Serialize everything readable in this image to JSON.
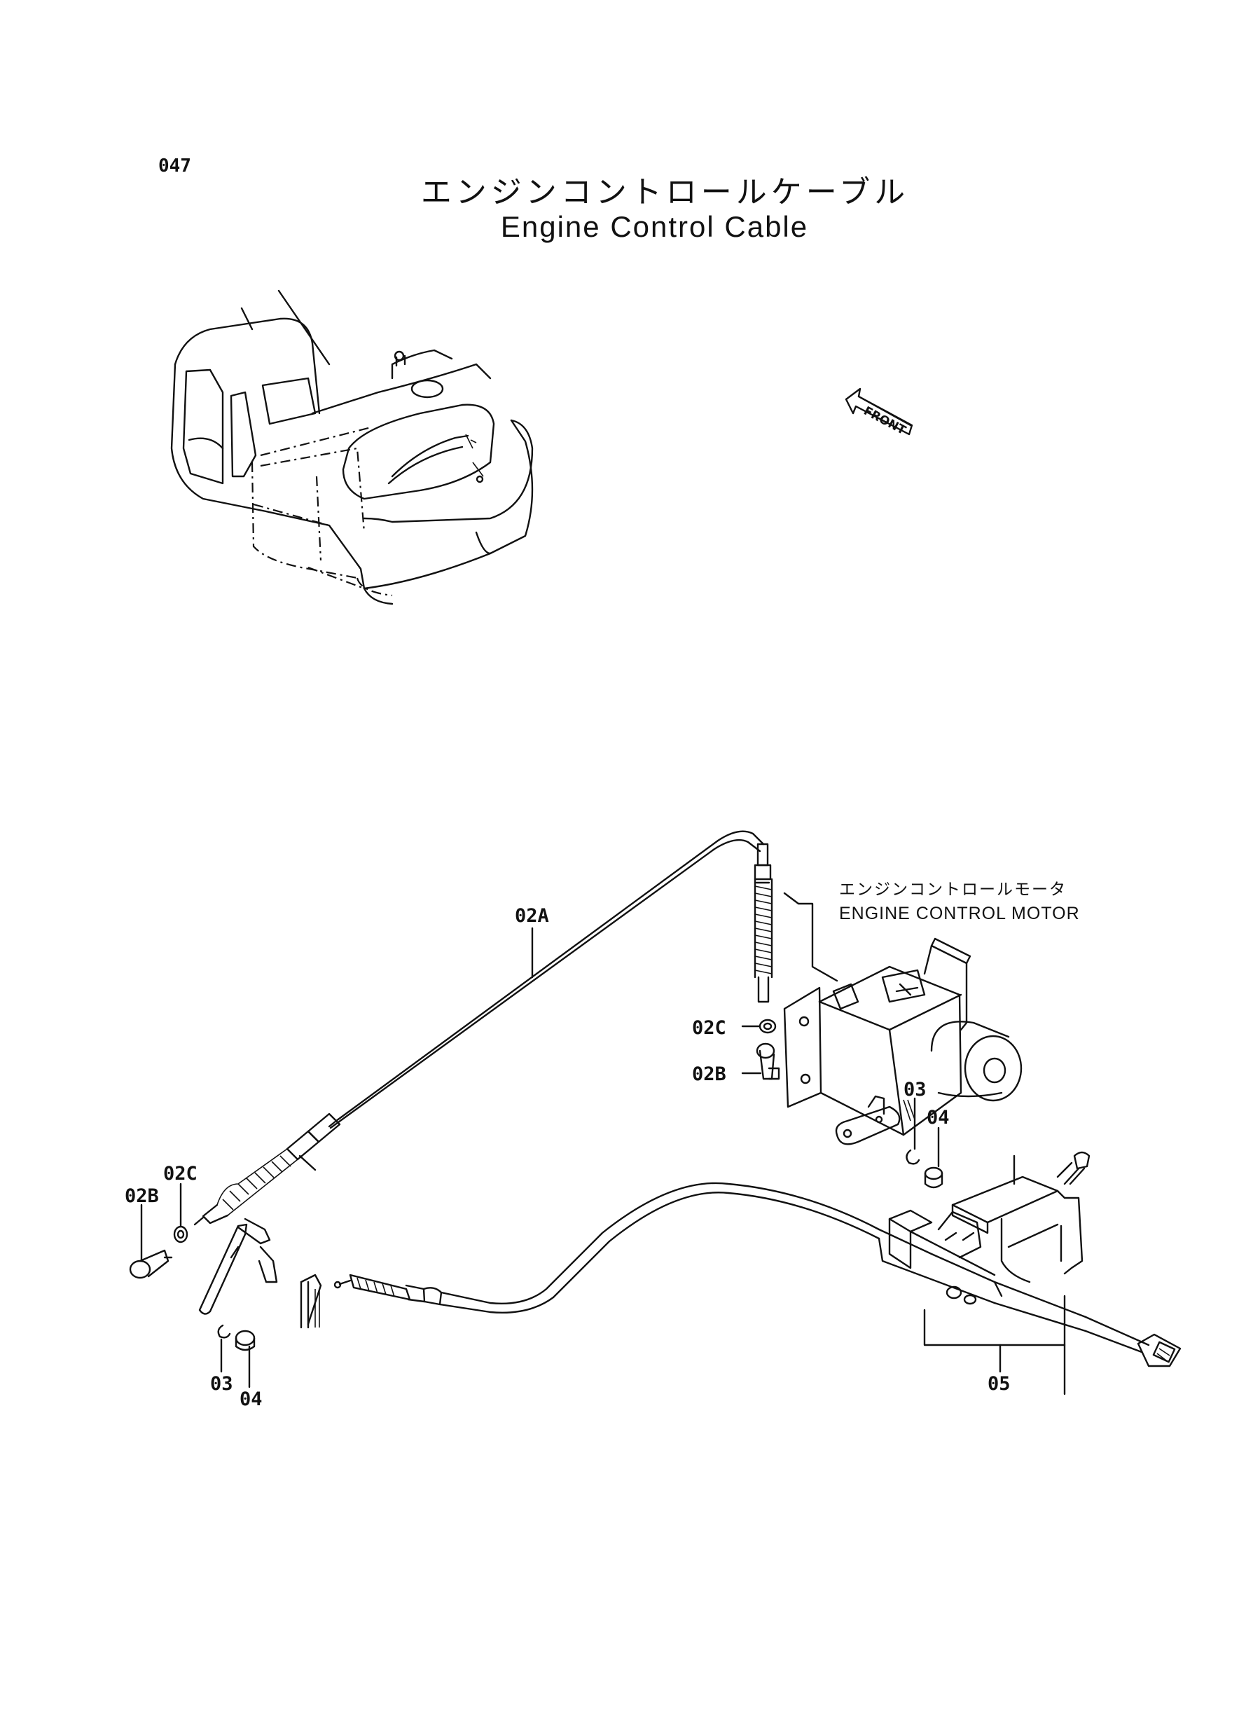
{
  "page_number": "047",
  "title_ja": "エンジンコントロールケーブル",
  "title_en": "Engine Control Cable",
  "front_badge": "FRONT",
  "motor_label_ja": "エンジンコントロールモータ",
  "motor_label_en": "ENGINE CONTROL MOTOR",
  "callouts": {
    "c02A": "02A",
    "c02C_motor": "02C",
    "c02B_motor": "02B",
    "c03_motor": "03",
    "c04_motor": "04",
    "c02C_lever": "02C",
    "c02B_lever": "02B",
    "c03_lever": "03",
    "c04_lever": "04",
    "c05": "05"
  }
}
